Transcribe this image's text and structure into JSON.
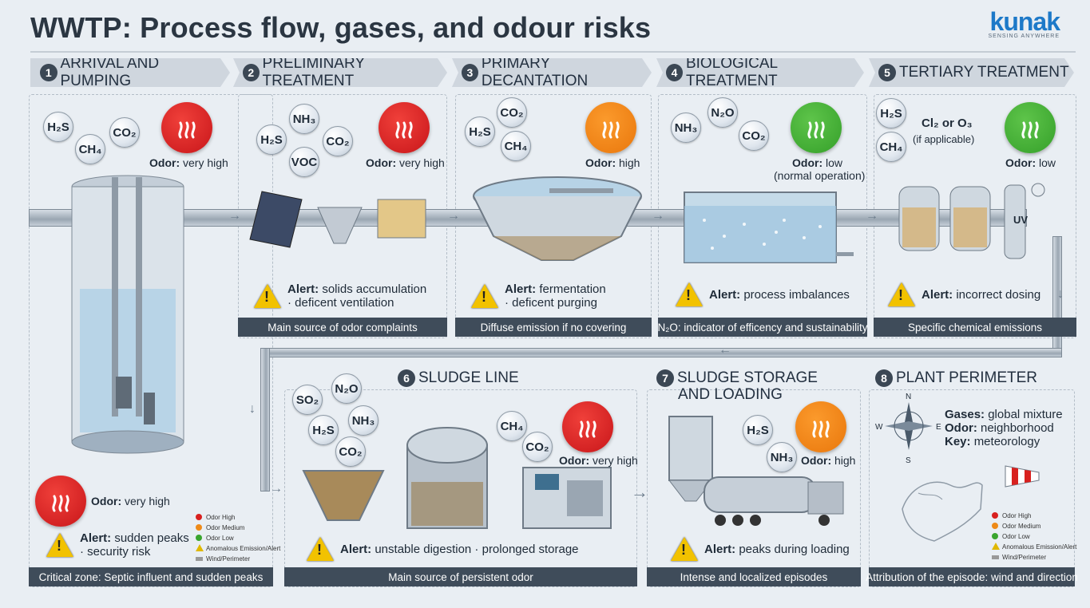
{
  "title": "WWTP: Process flow, gases, and odour risks",
  "logo": {
    "word": "kunak",
    "tagline": "SENSING ANYWHERE"
  },
  "steps": [
    {
      "num": "1",
      "label": "ARRIVAL AND PUMPING"
    },
    {
      "num": "2",
      "label": "PRELIMINARY TREATMENT"
    },
    {
      "num": "3",
      "label": "PRIMARY DECANTATION"
    },
    {
      "num": "4",
      "label": "BIOLOGICAL TREATMENT"
    },
    {
      "num": "5",
      "label": "TERTIARY TREATMENT"
    }
  ],
  "s1": {
    "odor_key": "Odor:",
    "odor_val": "very high",
    "odor_key2": "Odor:",
    "odor_val2": "very high",
    "alert_key": "Alert:",
    "alert_val": "sudden peaks",
    "alert_val2": "· security risk",
    "bar": "Critical zone: Septic influent and sudden peaks"
  },
  "s2": {
    "odor_key": "Odor:",
    "odor_val": "very high",
    "alert_key": "Alert:",
    "alert_val": "solids accumulation",
    "alert_val2": "· deficent ventilation",
    "bar": "Main source of odor complaints"
  },
  "s3": {
    "odor_key": "Odor:",
    "odor_val": "high",
    "alert_key": "Alert:",
    "alert_val": "fermentation",
    "alert_val2": "· deficent purging",
    "bar": "Diffuse emission if no covering"
  },
  "s4": {
    "odor_key": "Odor:",
    "odor_val": "low",
    "odor_val2": "(normal operation)",
    "alert_key": "Alert:",
    "alert_val": "process imbalances",
    "bar": "N₂O: indicator of efficency and sustainability"
  },
  "s5": {
    "chem": "Cl₂ or O₃",
    "chem_note": "(if applicable)",
    "odor_key": "Odor:",
    "odor_val": "low",
    "uv": "UV",
    "alert_key": "Alert:",
    "alert_val": "incorrect dosing",
    "bar": "Specific chemical emissions"
  },
  "s6": {
    "num": "6",
    "label": "SLUDGE LINE",
    "odor_key": "Odor:",
    "odor_val": "very high",
    "alert_key": "Alert:",
    "alert_val": "unstable digestion · prolonged storage",
    "bar": "Main source of persistent odor"
  },
  "s7": {
    "num": "7",
    "label1": "SLUDGE STORAGE",
    "label2": "AND LOADING",
    "odor_key": "Odor:",
    "odor_val": "high",
    "alert_key": "Alert:",
    "alert_val": "peaks during loading",
    "bar": "Intense and localized episodes"
  },
  "s8": {
    "num": "8",
    "label": "PLANT PERIMETER",
    "l1k": "Gases:",
    "l1v": "global mixture",
    "l2k": "Odor:",
    "l2v": "neighborhood",
    "l3k": "Key:",
    "l3v": "meteorology",
    "bar": "Attribution of the episode: wind and direction",
    "compass": {
      "n": "N",
      "s": "S",
      "e": "E",
      "w": "W"
    }
  },
  "legend": {
    "items": [
      "Odor High",
      "Odor Medium",
      "Odor Low",
      "Anomalous Emission/Alert",
      "Wind/Perimeter"
    ],
    "colors": [
      "#d8201e",
      "#ee8a18",
      "#3aa52e",
      "#e0b800",
      "#999999"
    ]
  },
  "gases": {
    "h2s": "H₂S",
    "ch4": "CH₄",
    "co2": "CO₂",
    "nh3": "NH₃",
    "voc": "VOC",
    "n2o": "N₂O",
    "so2": "SO₂"
  }
}
